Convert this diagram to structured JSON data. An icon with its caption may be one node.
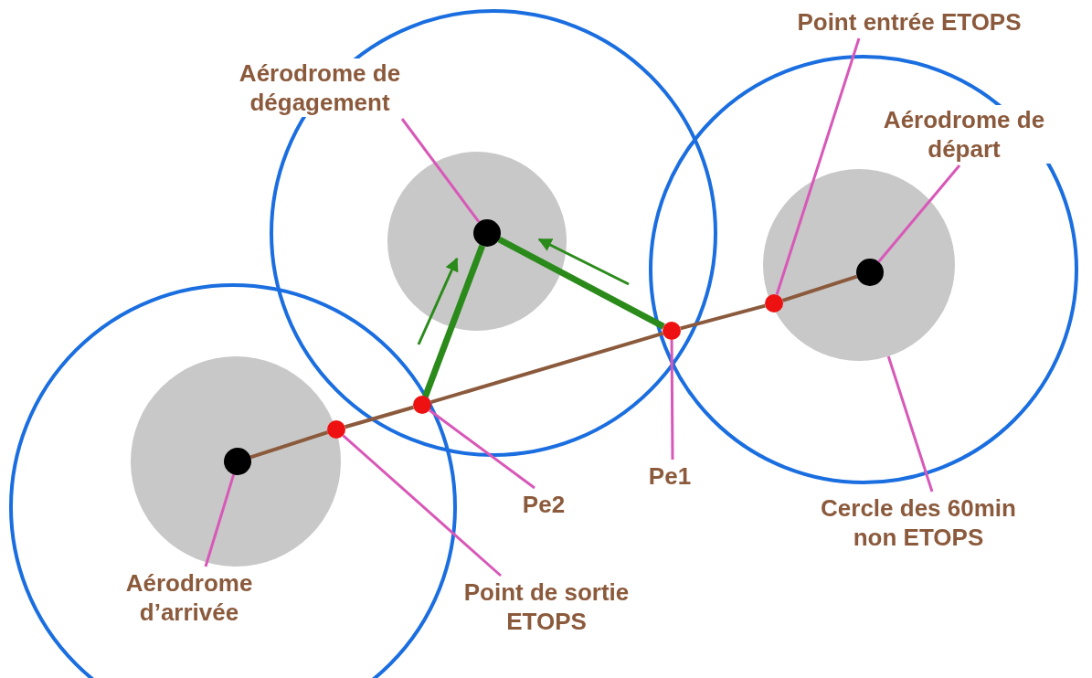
{
  "diagram": {
    "nodes": [
      {
        "text": [
          "Point entrée ETOPS"
        ]
      },
      {
        "text": [
          "Aérodrome de dégagement"
        ]
      },
      {
        "text": [
          "Aérodrome de départ"
        ]
      },
      {
        "text": [
          "Pe2"
        ]
      },
      {
        "text": [
          "Pe1"
        ]
      },
      {
        "text": [
          "Cercle des 60min non ETOPS"
        ]
      },
      {
        "text": [
          "Aérodrome d’arrivée"
        ]
      },
      {
        "text": [
          "Point de sortie ETOPS"
        ]
      },
      {
        "text": [],
        "shape": "circle"
      },
      {
        "text": [],
        "shape": "circle",
        "in": 15
      },
      {
        "text": [],
        "shape": "circle"
      },
      {
        "text": [],
        "shape": "circle",
        "in": 15
      },
      {
        "text": [],
        "shape": "circle"
      },
      {
        "text": [],
        "shape": "circle"
      },
      {
        "text": [],
        "shape": "circle"
      },
      {
        "text": [],
        "shape": "circle"
      }
    ],
    "edges": [
      {
        "from": 0,
        "to": 11,
        "arrow": "none"
      },
      {
        "from": 1,
        "to": 8,
        "arrow": "none"
      },
      {
        "from": 2,
        "to": 9,
        "arrow": "none"
      },
      {
        "from": 3,
        "to": 13,
        "arrow": "none"
      },
      {
        "from": 4,
        "to": 12,
        "arrow": "none"
      },
      {
        "from": 5,
        "to": 15,
        "arrow": "none"
      },
      {
        "from": 6,
        "to": 10,
        "arrow": "none"
      },
      {
        "from": 7,
        "to": 14,
        "arrow": "none"
      },
      {
        "from": 10,
        "to": 14,
        "arrow": "none",
        "color": "#8b5a3c"
      },
      {
        "from": 14,
        "to": 13,
        "arrow": "none",
        "color": "#8b5a3c"
      },
      {
        "from": 13,
        "to": 12,
        "arrow": "none",
        "color": "#8b5a3c"
      },
      {
        "from": 12,
        "to": 11,
        "arrow": "none",
        "color": "#8b5a3c"
      },
      {
        "from": 11,
        "to": 9,
        "arrow": "none",
        "color": "#8b5a3c"
      },
      {
        "from": 13,
        "to": 8,
        "arrow": "none",
        "style": "thick",
        "color": "#2a8a1a"
      },
      {
        "from": 12,
        "to": 8,
        "arrow": "none",
        "style": "thick",
        "color": "#2a8a1a"
      }
    ]
  }
}
